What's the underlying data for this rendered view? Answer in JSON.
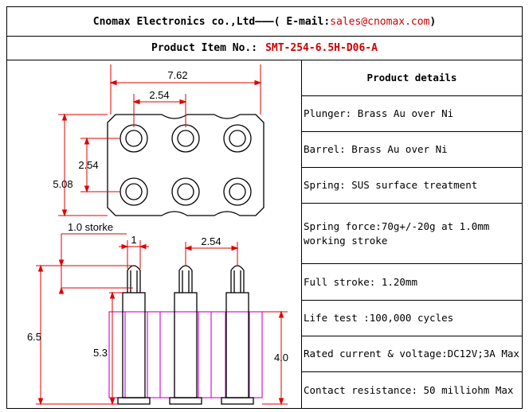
{
  "header": {
    "company": "Cnomax Electronics co.,Ltd———( E-mail: ",
    "email": "sales@cnomax.com",
    "close": ")"
  },
  "product": {
    "label": "Product Item No.:",
    "item_no": "SMT-254-6.5H-D06-A"
  },
  "drawing": {
    "dim_width": "7.62",
    "dim_pitch_top": "2.54",
    "dim_pitch_side": "2.54",
    "dim_height": "5.08",
    "dim_stroke": "1.0 storke",
    "dim_plunger": "1",
    "dim_pitch_side_view": "2.54",
    "dim_total": "6.5",
    "dim_barrel": "5.3",
    "dim_body": "4.0"
  },
  "details": {
    "title": "Product details",
    "rows": [
      "Plunger: Brass Au over Ni",
      "Barrel: Brass Au over Ni",
      "Spring: SUS surface treatment",
      "Spring force:70g+/-20g at 1.0mm working stroke",
      "Full stroke: 1.20mm",
      "Life test :100,000 cycles",
      "Rated current & voltage:DC12V;3A Max",
      "Contact resistance: 50 milliohm Max"
    ]
  },
  "colors": {
    "dimension": "#e00000",
    "insulator": "#d000d0",
    "outline": "#000000"
  }
}
